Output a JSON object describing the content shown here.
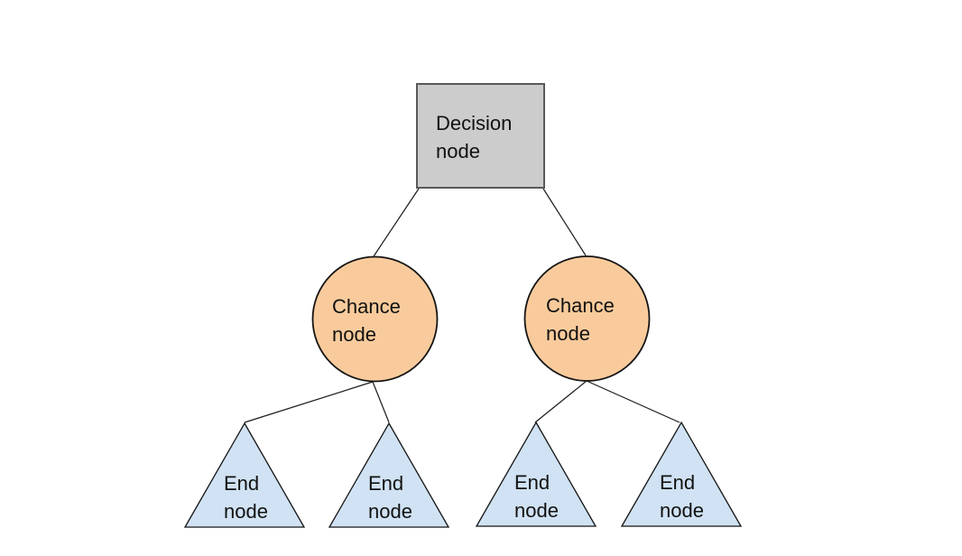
{
  "diagram": {
    "type": "decision-tree",
    "background": "#ffffff",
    "colors": {
      "decision_fill": "#cccccc",
      "decision_border": "#595959",
      "chance_fill": "#f9cb9c",
      "chance_border": "#141414",
      "end_fill": "#d0e2f3",
      "end_border": "#141414",
      "edge": "#1a1a1a",
      "text": "#111111"
    },
    "nodes": {
      "decision": {
        "label": "Decision node",
        "shape": "square"
      },
      "chance_left": {
        "label": "Chance node",
        "shape": "circle"
      },
      "chance_right": {
        "label": "Chance node",
        "shape": "circle"
      },
      "end_1": {
        "label": "End node",
        "shape": "triangle"
      },
      "end_2": {
        "label": "End node",
        "shape": "triangle"
      },
      "end_3": {
        "label": "End node",
        "shape": "triangle"
      },
      "end_4": {
        "label": "End node",
        "shape": "triangle"
      }
    },
    "edges": [
      {
        "from": "decision",
        "to": "chance_left"
      },
      {
        "from": "decision",
        "to": "chance_right"
      },
      {
        "from": "chance_left",
        "to": "end_1"
      },
      {
        "from": "chance_left",
        "to": "end_2"
      },
      {
        "from": "chance_right",
        "to": "end_3"
      },
      {
        "from": "chance_right",
        "to": "end_4"
      }
    ]
  }
}
